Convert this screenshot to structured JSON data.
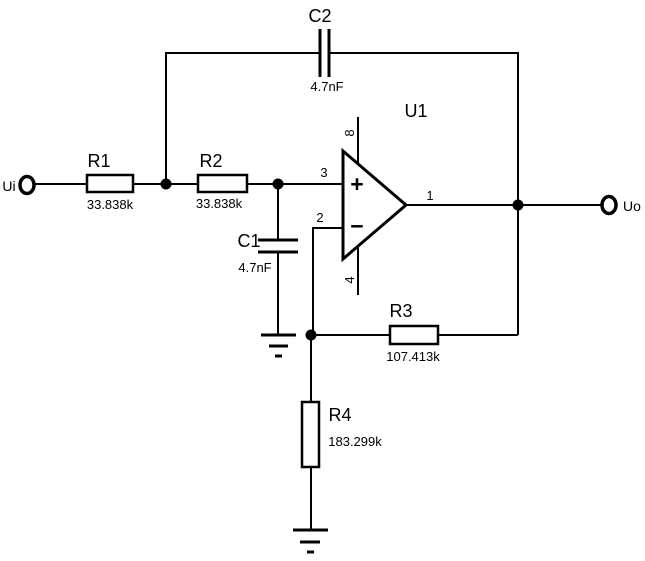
{
  "diagram": {
    "kind": "op-amp active filter schematic",
    "background_color": "#ffffff",
    "line_color": "#000000"
  },
  "terminals": {
    "input_label": "Ui",
    "output_label": "Uo"
  },
  "components": {
    "R1": {
      "ref": "R1",
      "value": "33.838k"
    },
    "R2": {
      "ref": "R2",
      "value": "33.838k"
    },
    "R3": {
      "ref": "R3",
      "value": "107.413k"
    },
    "R4": {
      "ref": "R4",
      "value": "183.299k"
    },
    "C1": {
      "ref": "C1",
      "value": "4.7nF"
    },
    "C2": {
      "ref": "C2",
      "value": "4.7nF"
    }
  },
  "opamp": {
    "ref": "U1",
    "plus_sign": "+",
    "minus_sign": "−",
    "pins": {
      "output": "1",
      "inverting": "2",
      "noninverting": "3",
      "v_neg": "4",
      "v_pos": "8"
    }
  }
}
